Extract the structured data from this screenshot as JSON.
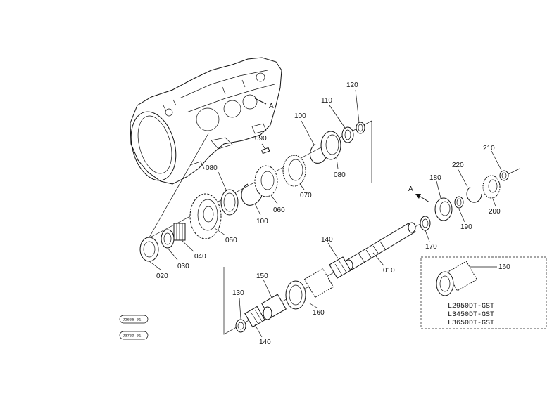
{
  "parts": {
    "p010": "010",
    "p020": "020",
    "p030": "030",
    "p040": "040",
    "p050": "050",
    "p060": "060",
    "p070": "070",
    "p080a": "080",
    "p080b": "080",
    "p090": "090",
    "p100a": "100",
    "p100b": "100",
    "p110": "110",
    "p120": "120",
    "p130": "130",
    "p140a": "140",
    "p140b": "140",
    "p150": "150",
    "p160a": "160",
    "p160b": "160",
    "p170": "170",
    "p180": "180",
    "p190": "190",
    "p200": "200",
    "p210": "210",
    "p220": "220"
  },
  "view_marker": "A",
  "housing_marker": "A",
  "variant_models": [
    "L2950DT-GST",
    "L3450DT-GST",
    "L3650DT-GST"
  ],
  "ref_codes": [
    "J2665-01",
    "J3769-01"
  ]
}
